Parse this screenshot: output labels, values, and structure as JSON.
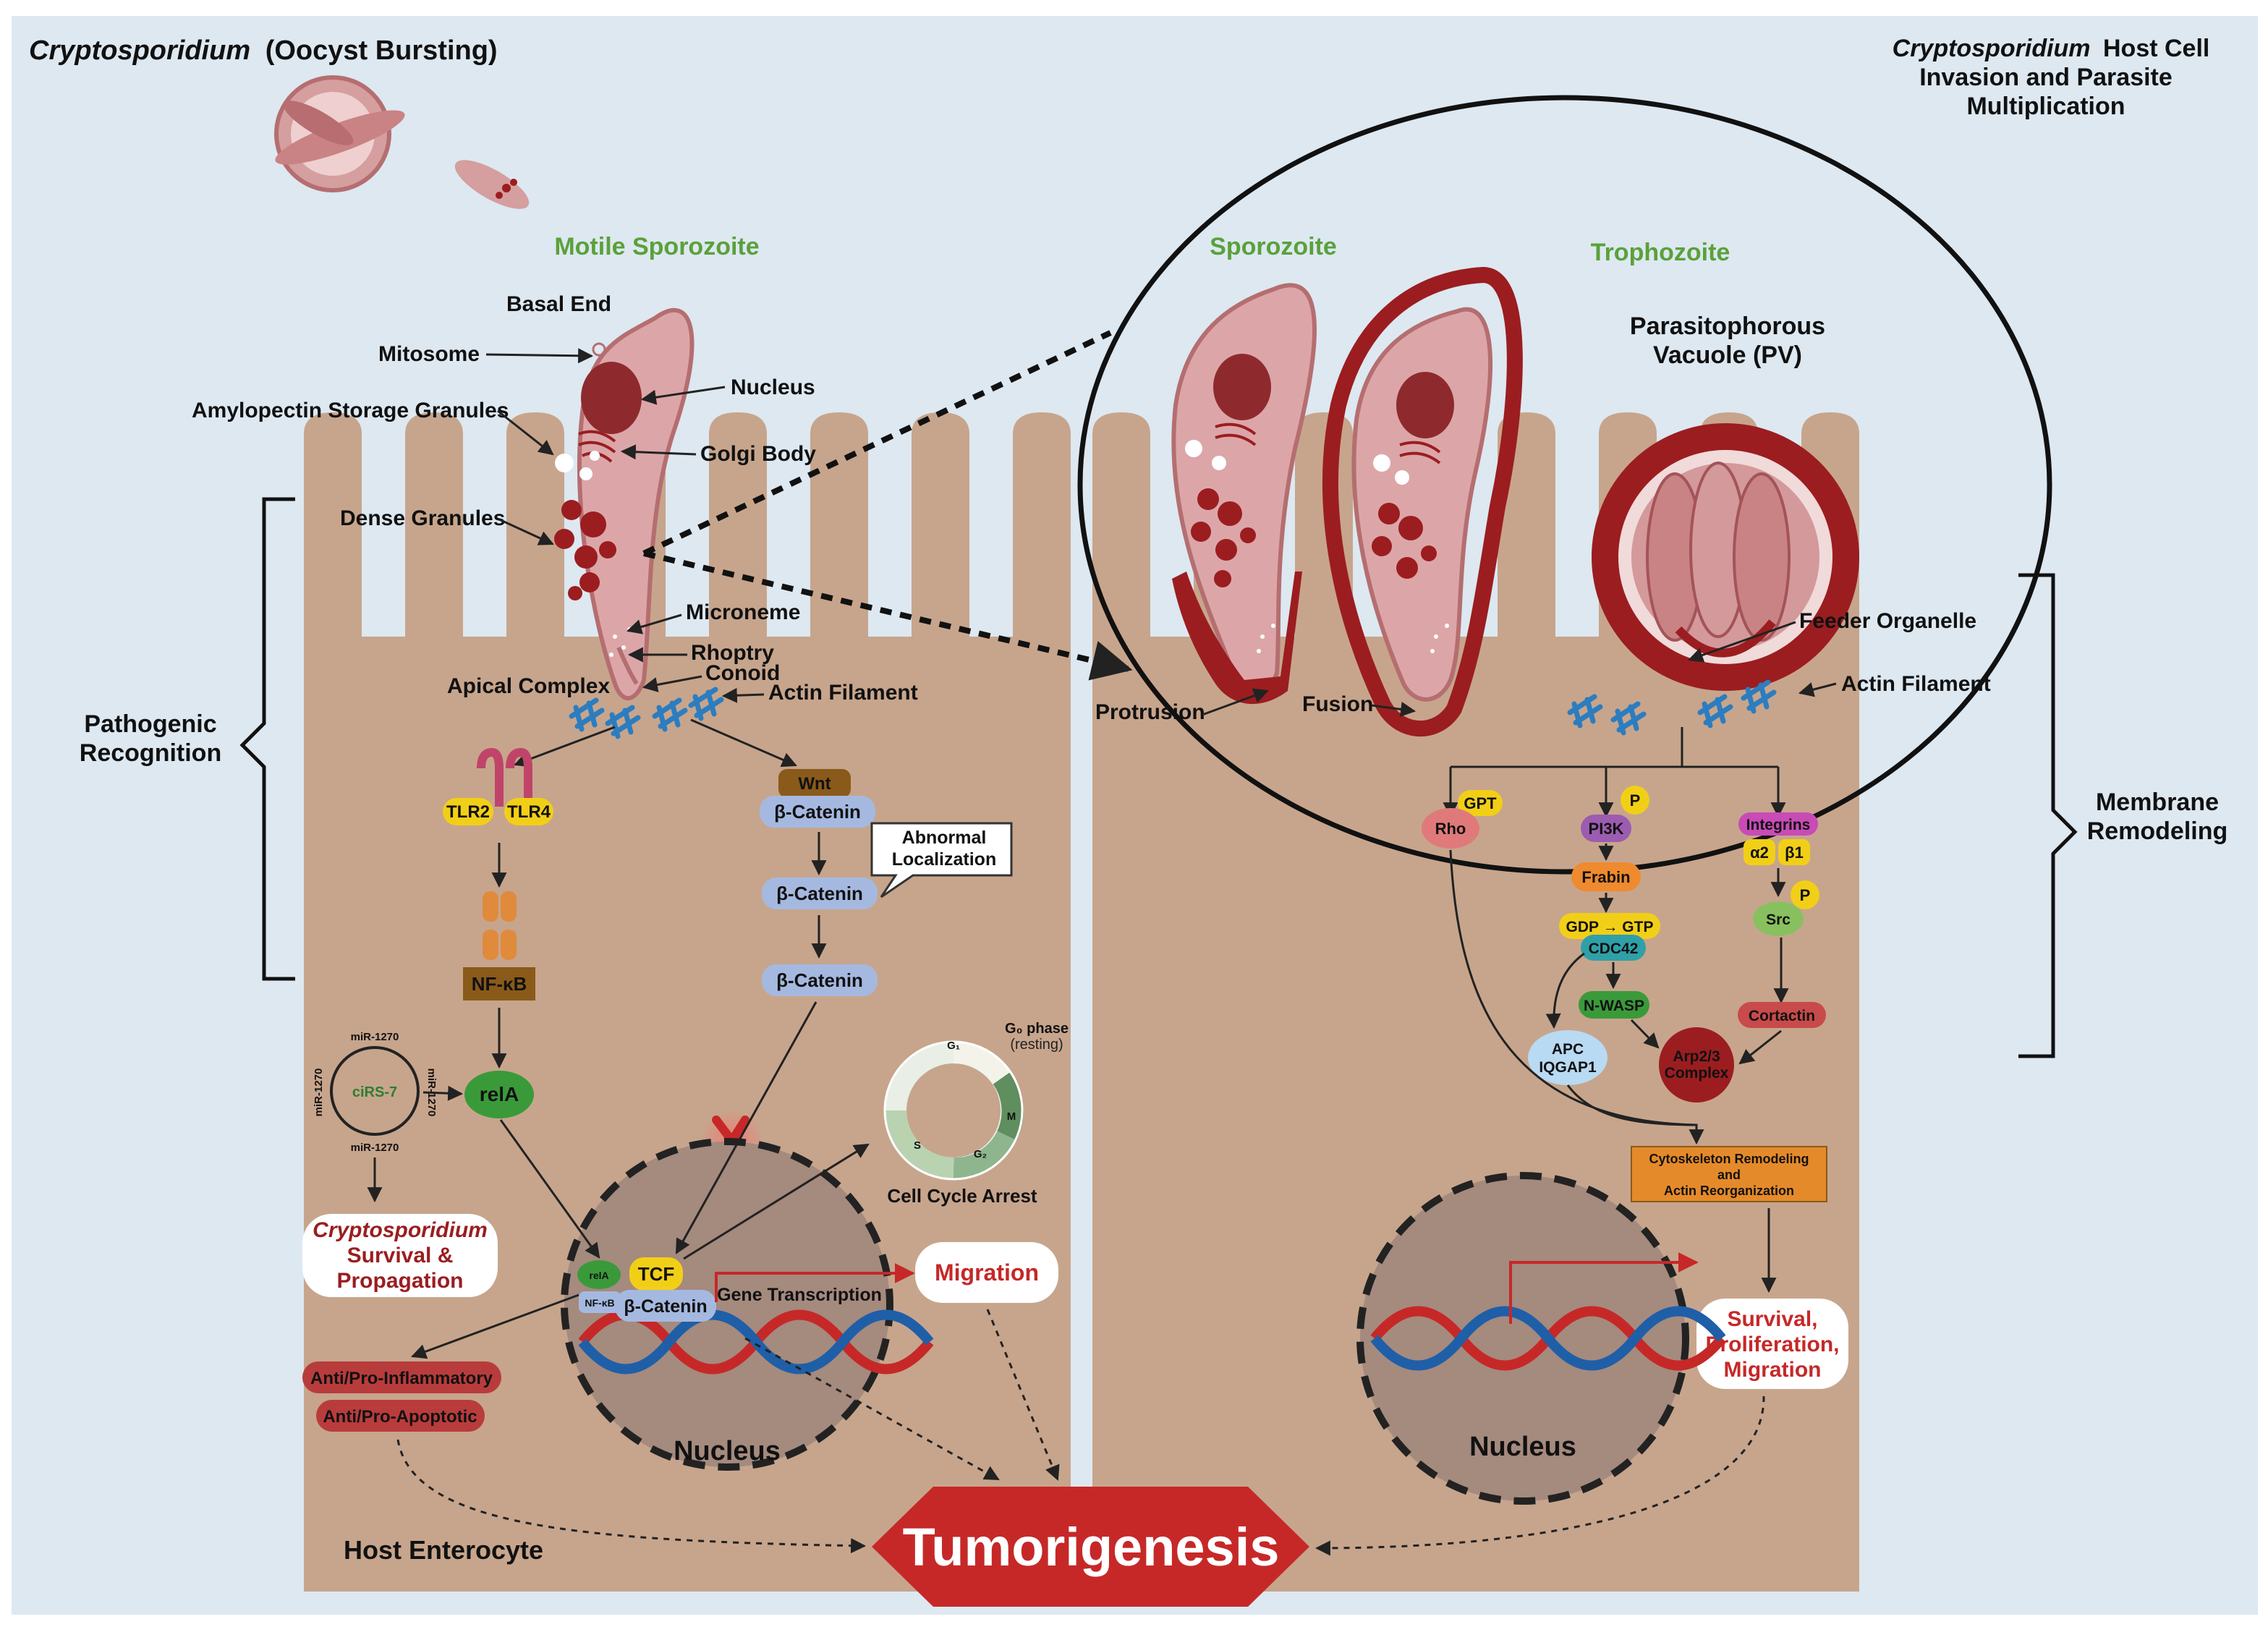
{
  "titles": {
    "top_left_italic": "Cryptosporidium",
    "top_left_rest": "(Oocyst Bursting)",
    "top_right_italic": "Cryptosporidium",
    "top_right_line1": "Host Cell",
    "top_right_line2": "Invasion and Parasite",
    "top_right_line3": "Multiplication"
  },
  "stages": {
    "motile_sporozoite": "Motile Sporozoite",
    "sporozoite": "Sporozoite",
    "trophozoite": "Trophozoite",
    "pv_line1": "Parasitophorous",
    "pv_line2": "Vacuole (PV)"
  },
  "organelles": {
    "basal_end": "Basal End",
    "mitosome": "Mitosome",
    "nucleus": "Nucleus",
    "amylopectin": "Amylopectin Storage Granules",
    "golgi": "Golgi Body",
    "dense_granules": "Dense Granules",
    "microneme": "Microneme",
    "rhoptry": "Rhoptry",
    "conoid": "Conoid",
    "apical_complex": "Apical Complex",
    "actin_filament": "Actin Filament",
    "protrusion": "Protrusion",
    "fusion": "Fusion",
    "feeder_organelle": "Feeder Organelle",
    "actin_filament_right": "Actin Filament"
  },
  "brackets": {
    "left_line1": "Pathogenic",
    "left_line2": "Recognition",
    "right_line1": "Membrane",
    "right_line2": "Remodeling"
  },
  "left_pathway": {
    "tlr2": "TLR2",
    "tlr4": "TLR4",
    "nfkb": "NF-κB",
    "rela": "relA",
    "cirs7": "ciRS-7",
    "mir": "miR-1270",
    "survival_italic": "Cryptosporidium",
    "survival_line2": "Survival &",
    "survival_line3": "Propagation",
    "anti_inflammatory": "Anti/Pro-Inflammatory",
    "anti_apoptotic": "Anti/Pro-Apoptotic",
    "wnt": "Wnt",
    "beta_catenin": "β-Catenin",
    "abnormal_line1": "Abnormal",
    "abnormal_line2": "Localization",
    "g0_phase": "G₀ phase",
    "resting": "(resting)",
    "g1": "G₁",
    "g2": "G₂",
    "m": "M",
    "s": "S",
    "cell_cycle_arrest": "Cell Cycle Arrest",
    "tcf": "TCF",
    "rela_small": "relA",
    "nfkb_small": "NF-κB",
    "gene_transcription": "Gene Transcription",
    "migration": "Migration",
    "nucleus": "Nucleus",
    "host_enterocyte": "Host Enterocyte"
  },
  "right_pathway": {
    "gpt": "GPT",
    "rho": "Rho",
    "p": "P",
    "pi3k": "PI3K",
    "integrins": "Integrins",
    "a2": "α2",
    "b1": "β1",
    "frabin": "Frabin",
    "src": "Src",
    "gdp_gtp": "GDP → GTP",
    "cdc42": "CDC42",
    "nwasp": "N-WASP",
    "cortactin": "Cortactin",
    "apc": "APC",
    "iqgap1": "IQGAP1",
    "arp_line1": "Arp2/3",
    "arp_line2": "Complex",
    "cyto_line1": "Cytoskeleton Remodeling",
    "cyto_line2": "and",
    "cyto_line3": "Actin Reorganization",
    "survival_line1": "Survival,",
    "survival_line2": "Proliferation,",
    "survival_line3": "Migration",
    "nucleus": "Nucleus"
  },
  "outcome": "Tumorigenesis",
  "colors": {
    "background": "#dde8f1",
    "cell": "#c7a58c",
    "parasite": "#dca6a8",
    "dark_red": "#9b1d20",
    "beta_catenin": "#a5b9e0",
    "green_label": "#5aa13a"
  }
}
